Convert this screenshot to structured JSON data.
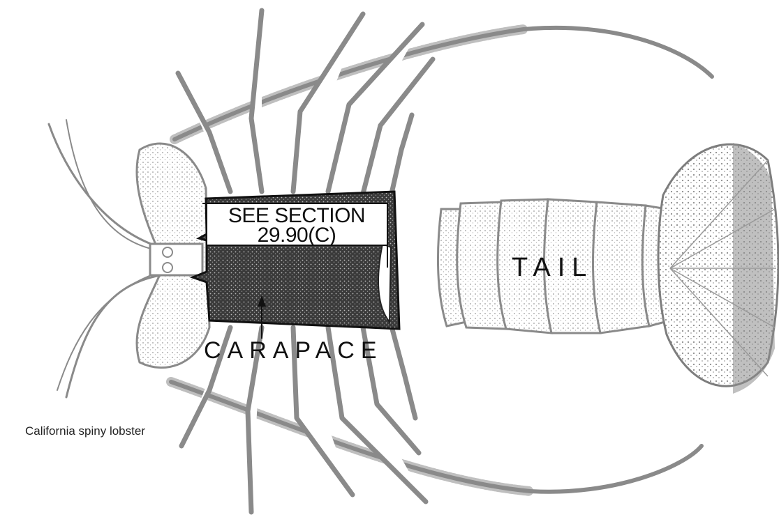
{
  "diagram": {
    "labels": {
      "section": [
        "SEE SECTION",
        "29.90(C)"
      ],
      "carapace": "CARAPACE",
      "tail": "TAIL"
    },
    "caption": "California spiny lobster",
    "colors": {
      "line_art": "#8a8a8a",
      "carapace_fill": "#2e2e2e",
      "label": "#111111"
    }
  }
}
